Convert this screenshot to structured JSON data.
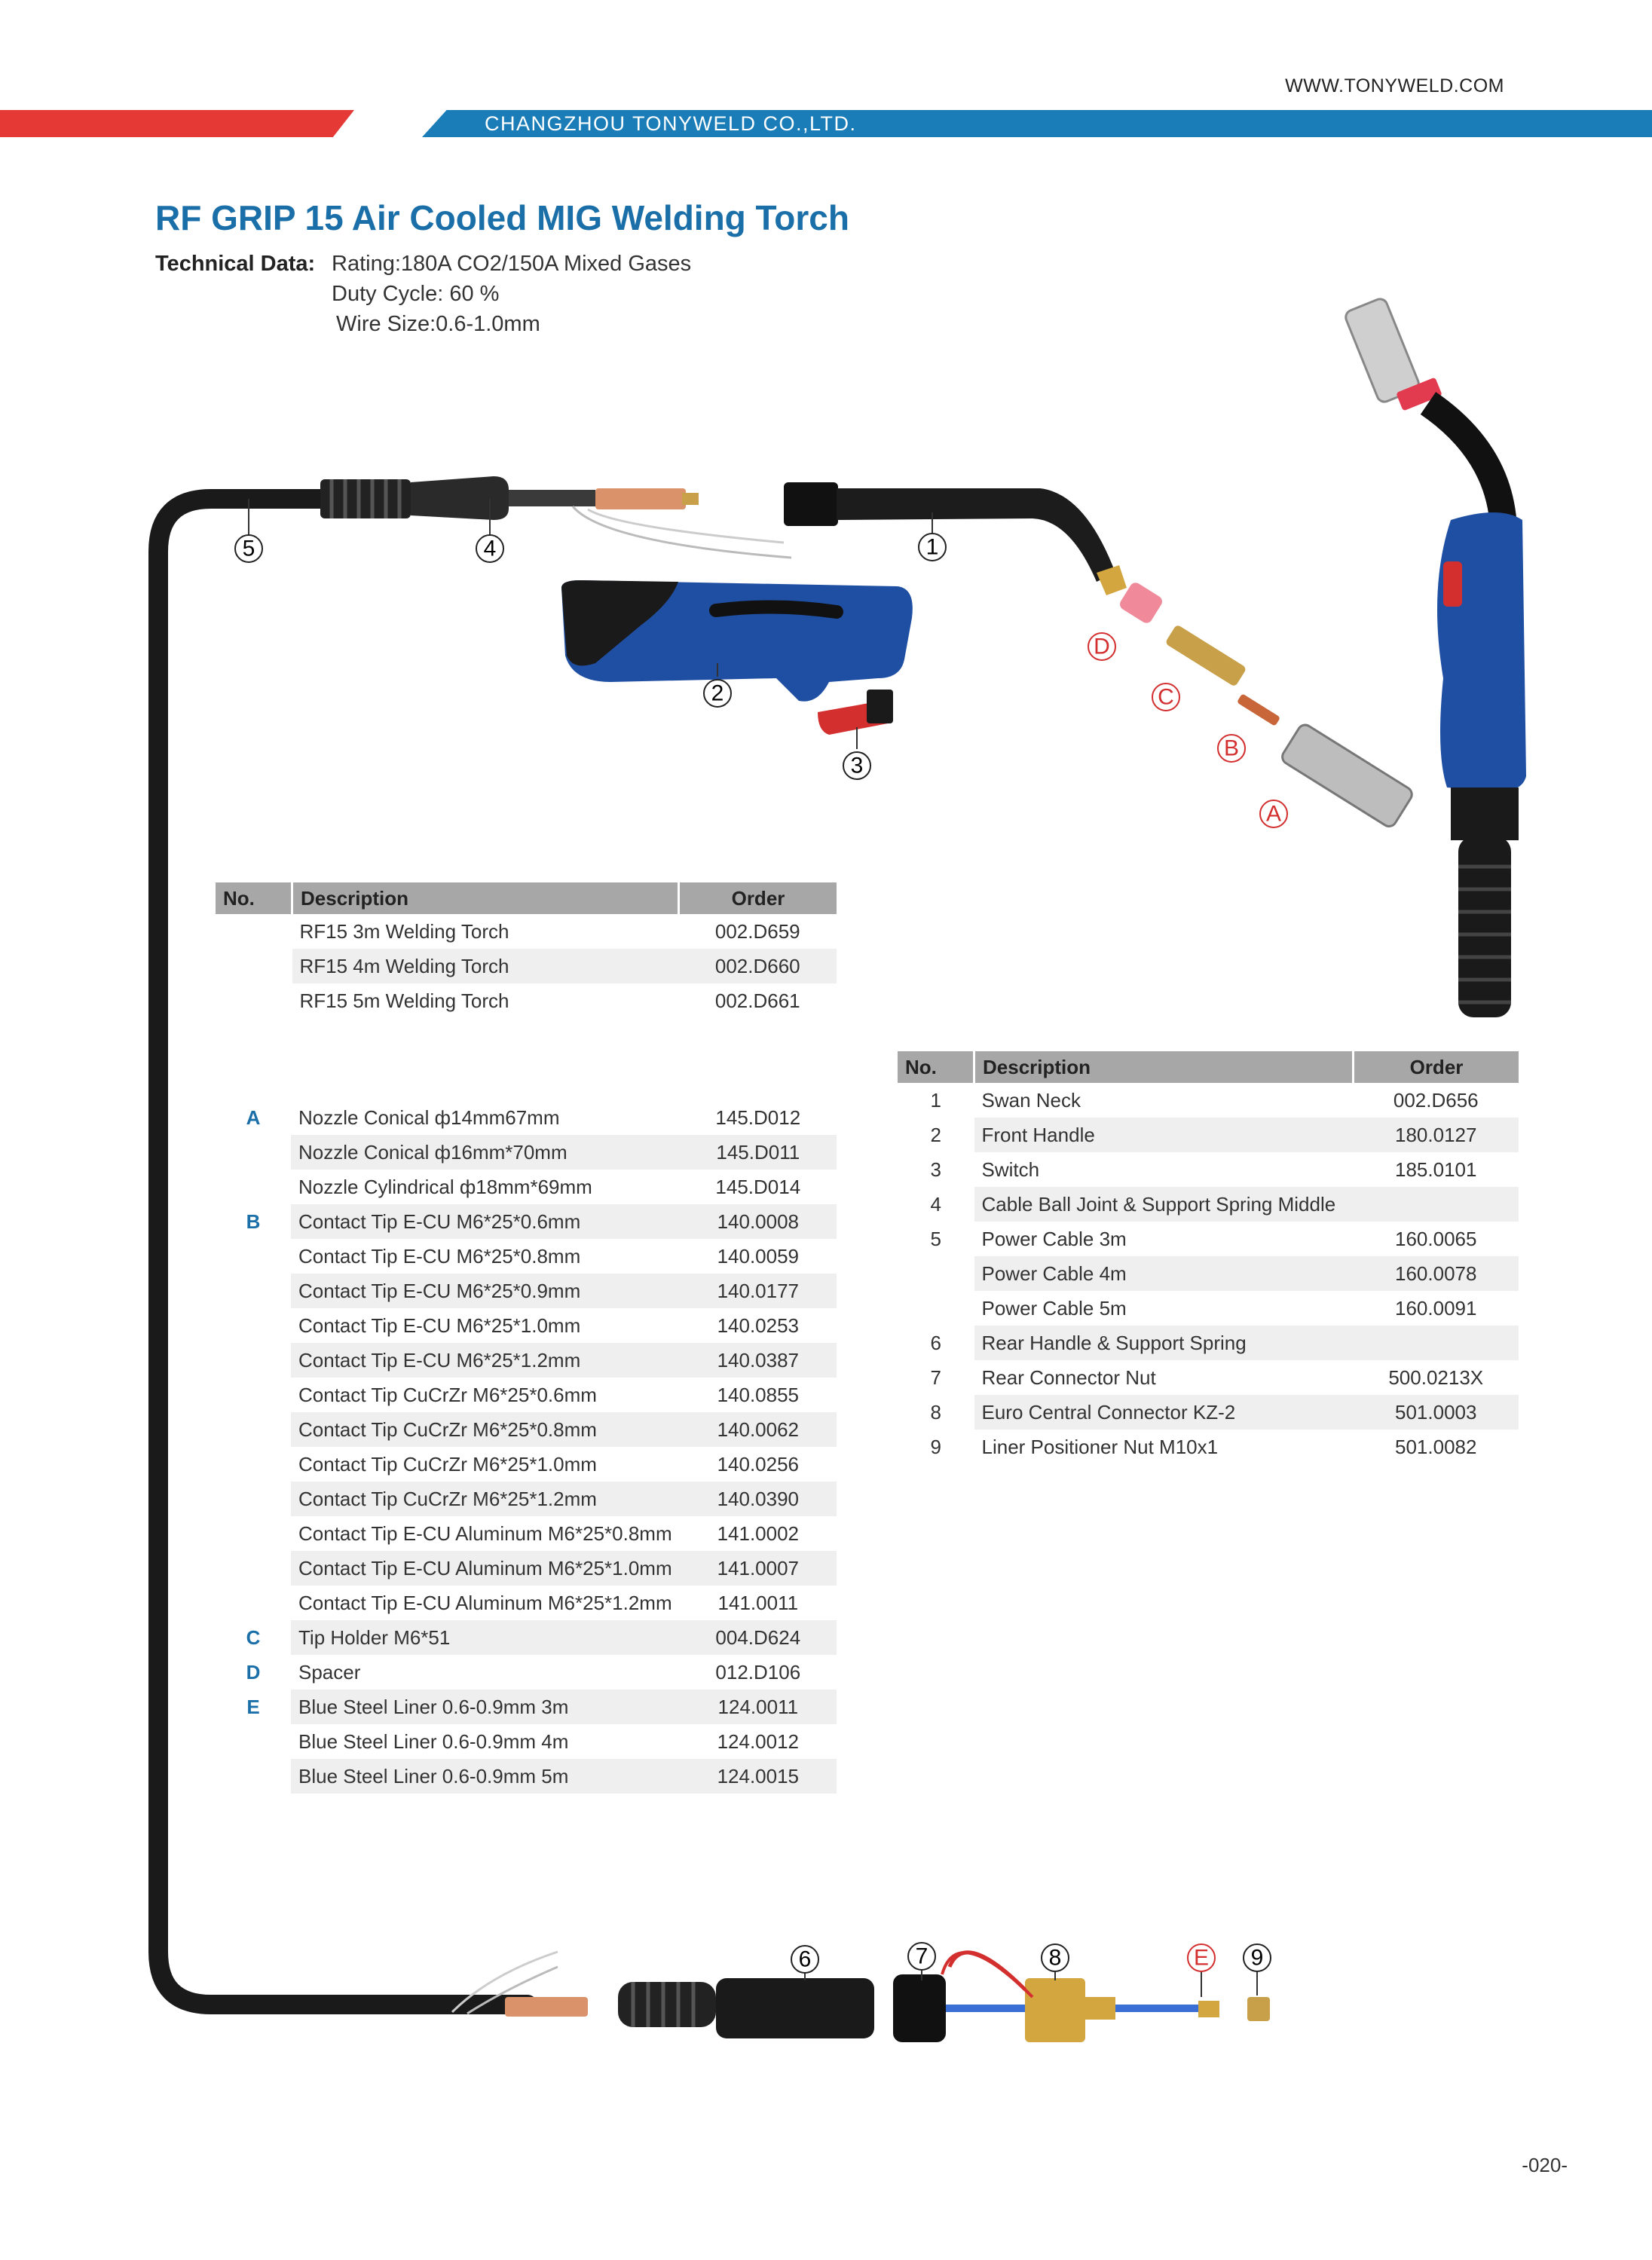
{
  "header": {
    "website": "WWW.TONYWELD.COM",
    "company": "CHANGZHOU TONYWELD CO.,LTD."
  },
  "title": "RF GRIP 15 Air Cooled MIG Welding Torch",
  "technical_data": {
    "label": "Technical Data:",
    "rating": "Rating:180A CO2/150A Mixed Gases",
    "duty_cycle": "Duty Cycle: 60 %",
    "wire_size": "Wire Size:0.6-1.0mm"
  },
  "callouts": [
    "1",
    "2",
    "3",
    "4",
    "5",
    "6",
    "7",
    "8",
    "9",
    "A",
    "B",
    "C",
    "D",
    "E"
  ],
  "colors": {
    "brand_blue": "#1a6fa8",
    "accent_red": "#e53935",
    "handle_blue": "#1f4fa3",
    "table_header": "#a7a7a7"
  },
  "torch_table": {
    "headers": {
      "no": "No.",
      "description": "Description",
      "order": "Order"
    },
    "rows": [
      {
        "no": "",
        "description": "RF15 3m Welding Torch",
        "order": "002.D659"
      },
      {
        "no": "",
        "description": "RF15 4m Welding Torch",
        "order": "002.D660"
      },
      {
        "no": "",
        "description": "RF15 5m Welding Torch",
        "order": "002.D661"
      }
    ]
  },
  "consumables_table": {
    "rows": [
      {
        "no": "A",
        "description": "Nozzle Conical ф14mm67mm",
        "order": "145.D012"
      },
      {
        "no": "",
        "description": "Nozzle Conical ф16mm*70mm",
        "order": "145.D011"
      },
      {
        "no": "",
        "description": "Nozzle Cylindrical ф18mm*69mm",
        "order": "145.D014"
      },
      {
        "no": "B",
        "description": "Contact Tip E-CU M6*25*0.6mm",
        "order": "140.0008"
      },
      {
        "no": "",
        "description": "Contact Tip E-CU M6*25*0.8mm",
        "order": "140.0059"
      },
      {
        "no": "",
        "description": "Contact Tip E-CU M6*25*0.9mm",
        "order": "140.0177"
      },
      {
        "no": "",
        "description": "Contact Tip E-CU M6*25*1.0mm",
        "order": "140.0253"
      },
      {
        "no": "",
        "description": "Contact Tip E-CU M6*25*1.2mm",
        "order": "140.0387"
      },
      {
        "no": "",
        "description": "Contact Tip CuCrZr M6*25*0.6mm",
        "order": "140.0855"
      },
      {
        "no": "",
        "description": "Contact Tip CuCrZr M6*25*0.8mm",
        "order": "140.0062"
      },
      {
        "no": "",
        "description": "Contact Tip CuCrZr M6*25*1.0mm",
        "order": "140.0256"
      },
      {
        "no": "",
        "description": "Contact Tip CuCrZr M6*25*1.2mm",
        "order": "140.0390"
      },
      {
        "no": "",
        "description": "Contact Tip E-CU Aluminum M6*25*0.8mm",
        "order": "141.0002"
      },
      {
        "no": "",
        "description": "Contact Tip E-CU Aluminum M6*25*1.0mm",
        "order": "141.0007"
      },
      {
        "no": "",
        "description": "Contact Tip E-CU Aluminum M6*25*1.2mm",
        "order": "141.0011"
      },
      {
        "no": "C",
        "description": "Tip Holder M6*51",
        "order": "004.D624"
      },
      {
        "no": "D",
        "description": "Spacer",
        "order": "012.D106"
      },
      {
        "no": "E",
        "description": "Blue Steel Liner 0.6-0.9mm 3m",
        "order": "124.0011"
      },
      {
        "no": "",
        "description": "Blue Steel Liner 0.6-0.9mm 4m",
        "order": "124.0012"
      },
      {
        "no": "",
        "description": "Blue Steel Liner 0.6-0.9mm 5m",
        "order": "124.0015"
      }
    ]
  },
  "parts_table": {
    "headers": {
      "no": "No.",
      "description": "Description",
      "order": "Order"
    },
    "rows": [
      {
        "no": "1",
        "description": "Swan Neck",
        "order": "002.D656"
      },
      {
        "no": "2",
        "description": "Front Handle",
        "order": "180.0127"
      },
      {
        "no": "3",
        "description": "Switch",
        "order": "185.0101"
      },
      {
        "no": "4",
        "description": "Cable Ball Joint & Support Spring Middle",
        "order": ""
      },
      {
        "no": "5",
        "description": "Power Cable 3m",
        "order": "160.0065"
      },
      {
        "no": "",
        "description": "Power Cable 4m",
        "order": "160.0078"
      },
      {
        "no": "",
        "description": "Power Cable 5m",
        "order": "160.0091"
      },
      {
        "no": "6",
        "description": "Rear Handle & Support Spring",
        "order": ""
      },
      {
        "no": "7",
        "description": "Rear Connector Nut",
        "order": "500.0213X"
      },
      {
        "no": "8",
        "description": "Euro Central Connector KZ-2",
        "order": "501.0003"
      },
      {
        "no": "9",
        "description": "Liner Positioner Nut M10x1",
        "order": "501.0082"
      }
    ]
  },
  "page_number": "-020-"
}
